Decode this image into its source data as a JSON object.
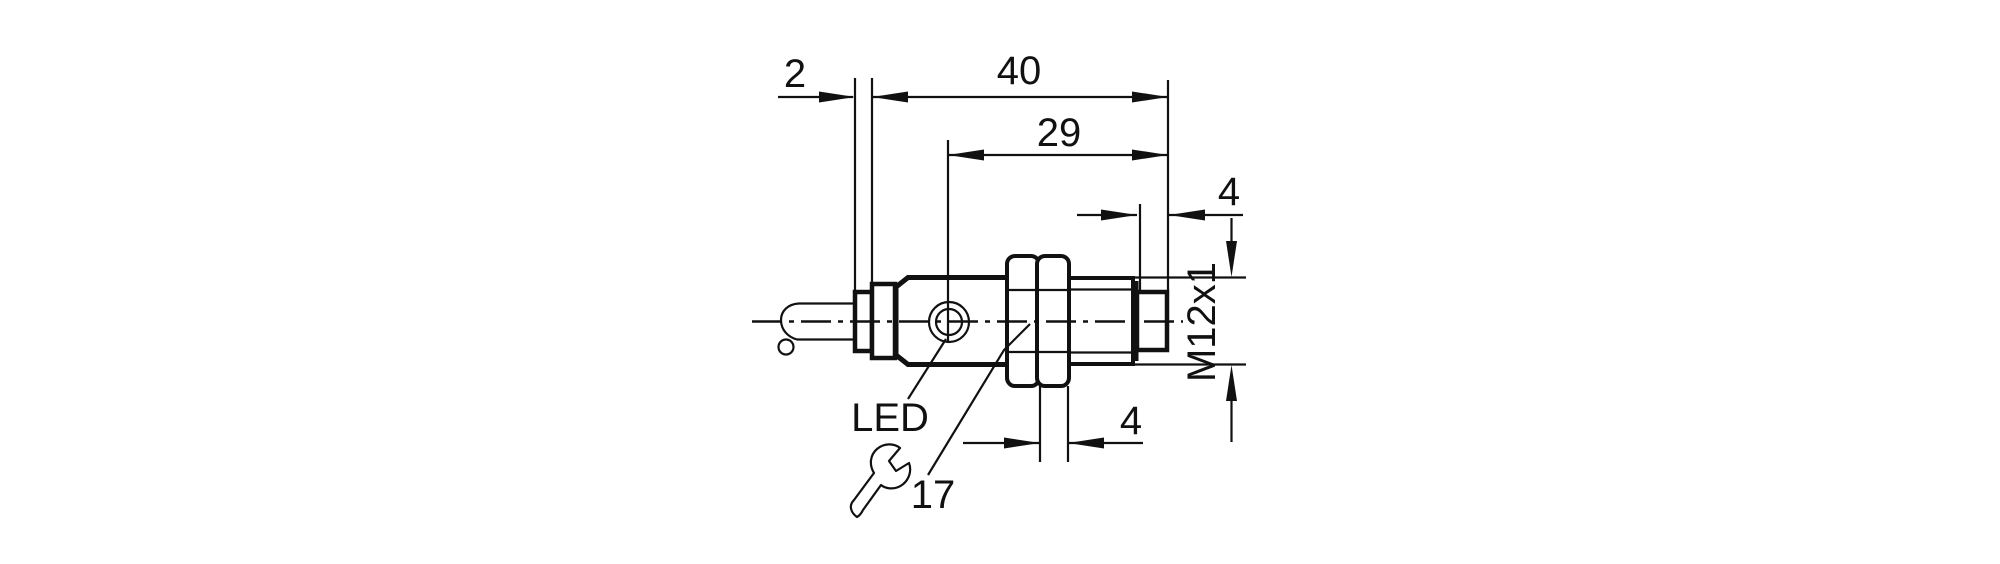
{
  "meta": {
    "background": "#ffffff",
    "ink": "#111111",
    "kind": "technical-dimension-drawing"
  },
  "drawing": {
    "dims": {
      "gland_lip": "2",
      "overall_length": "40",
      "led_to_face": "29",
      "face_cap_length": "4",
      "nut_thickness": "4",
      "thread": "M12x1"
    },
    "labels": {
      "led": "LED",
      "wrench_size": "17"
    },
    "icons": {
      "wrench": "open-end-wrench-icon"
    }
  }
}
